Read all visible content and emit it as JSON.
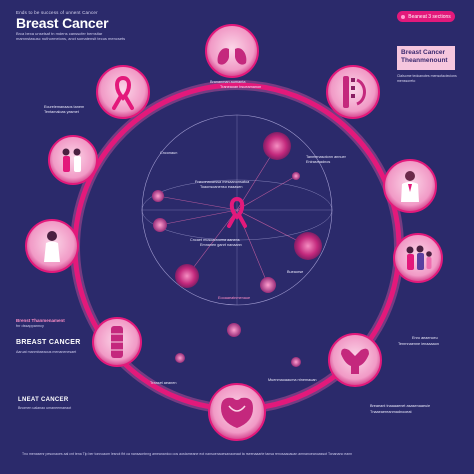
{
  "header": {
    "kicker": "Ends to be success of unnent Cancer",
    "title": "Breast Cancer",
    "subtitle": "Brca bexa unselsaf tn mdens cansscfer bemsitar mamnstasusc nuthormeions, anct somatensit tecus mencsets"
  },
  "top_right": {
    "pill_label": "Beaneat 3 sections",
    "box_title": "Breast Cancer",
    "box_subtitle": "Theanmenount",
    "box_note": "Clalsome tedcanotes mensofaciecions menssoreto"
  },
  "ring": {
    "top_label": "Brananman aumanta",
    "top_label2": "Traneaoan bsueamanon",
    "left_item_label": "Ecurelemanaaos tanem",
    "left_item_label2": "Tentamaloas yasmet",
    "right_item_label": "Tanmenasotonn annuer",
    "right_item_label2": "Enirasmadnos",
    "center_top": "Fneconaoarssa mesaanonsatoa",
    "center_top2": "Toaonsoanenso eaaasen",
    "center_mid": "Cncaet musoaouuma aanens",
    "center_mid2": "Emnanen ganrt nanaann",
    "center_low": "Eooaaeatnmenaue",
    "inner_left": "Cnconaun",
    "inner_right": "Bueaorse",
    "bottom_label": "Treaset aeanen",
    "bottom_right": "Muenmaoaauma ntnemauan"
  },
  "left_panel": {
    "note_title": "Brenst Thanmenament",
    "note_sub": "fnr dssappanncy",
    "lower_title": "BREAST CANCER",
    "lower_sub": "Aaruat manmbaeaous menanenesaet",
    "lower_title2": "LNEAT CANCER",
    "lower_sub2": "Bnomen ualanao umaneemaeaot"
  },
  "right_panel": {
    "side_label": "Enro aeaenceu",
    "side_sub": "Tenrnnaenne ienaaaaon",
    "bottom_label": "Breaeant tnaaaaenet asasenaaeuie",
    "bottom_label2": "Tnaaeaereanmadnooeat"
  },
  "footer": {
    "text": "Tno menasenr pesonaoes aal cnt tena Tlp ber tonnoaom lesnot fbt ca nansaontnng ameanantoo oos aostameane eot nansoenaoesanaoeaat ta rseenaaarte tansa renosaaoauan amnanoeanoassot Tonanano eann"
  },
  "colors": {
    "background": "#2b2a6b",
    "ring": "#e3197b",
    "ring_glow": "#ff5fb0",
    "node_fill": "#f6c6de",
    "accent_pink": "#ff8fc7"
  },
  "icons": [
    "ribbon-icon",
    "lungs-icon",
    "spine-icon",
    "doctor-icon",
    "family-icon",
    "uterus-icon",
    "organ-icon",
    "patient-icon",
    "scan-icon",
    "group-icon",
    "woman-icon",
    "cell-icon"
  ]
}
